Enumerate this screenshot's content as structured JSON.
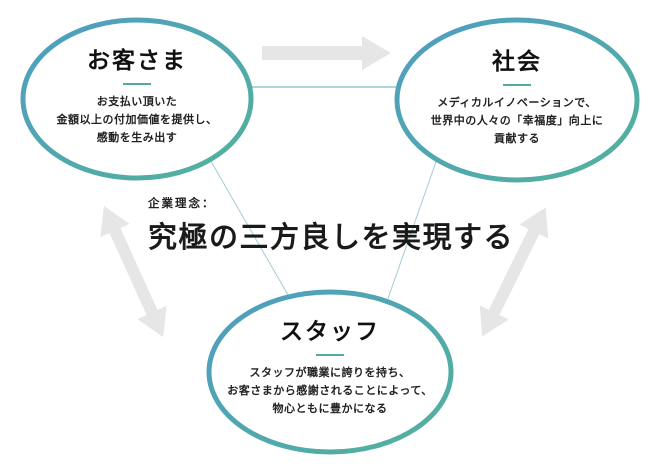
{
  "diagram": {
    "center": {
      "label": "企業理念：",
      "title": "究極の三方良しを実現する"
    },
    "nodes": [
      {
        "id": "customers",
        "title": "お客さま",
        "lines": [
          "お支払い頂いた",
          "金額以上の付加価値を提供し、",
          "感動を生み出す"
        ]
      },
      {
        "id": "society",
        "title": "社会",
        "lines": [
          "メディカルイノベーションで、",
          "世界中の人々の「幸福度」向上に",
          "貢献する"
        ]
      },
      {
        "id": "staff",
        "title": "スタッフ",
        "lines": [
          "スタッフが職業に誇りを持ち、",
          "お客さまから感謝されることによって、",
          "物心ともに豊かになる"
        ]
      }
    ],
    "icons": [
      {
        "name": "arrow-right-icon"
      },
      {
        "name": "double-arrow-left-diagonal-icon"
      },
      {
        "name": "double-arrow-right-diagonal-icon"
      }
    ],
    "colors": {
      "ring_gradient_start": "#4f9dc2",
      "ring_gradient_end": "#52b29b",
      "underline": "#52aaa2",
      "arrow": "#e6e6e6",
      "connector_horizontal": "#5fb0a8",
      "connector_diagonal": "#a3cbd4",
      "text": "#1a1a1a"
    }
  }
}
